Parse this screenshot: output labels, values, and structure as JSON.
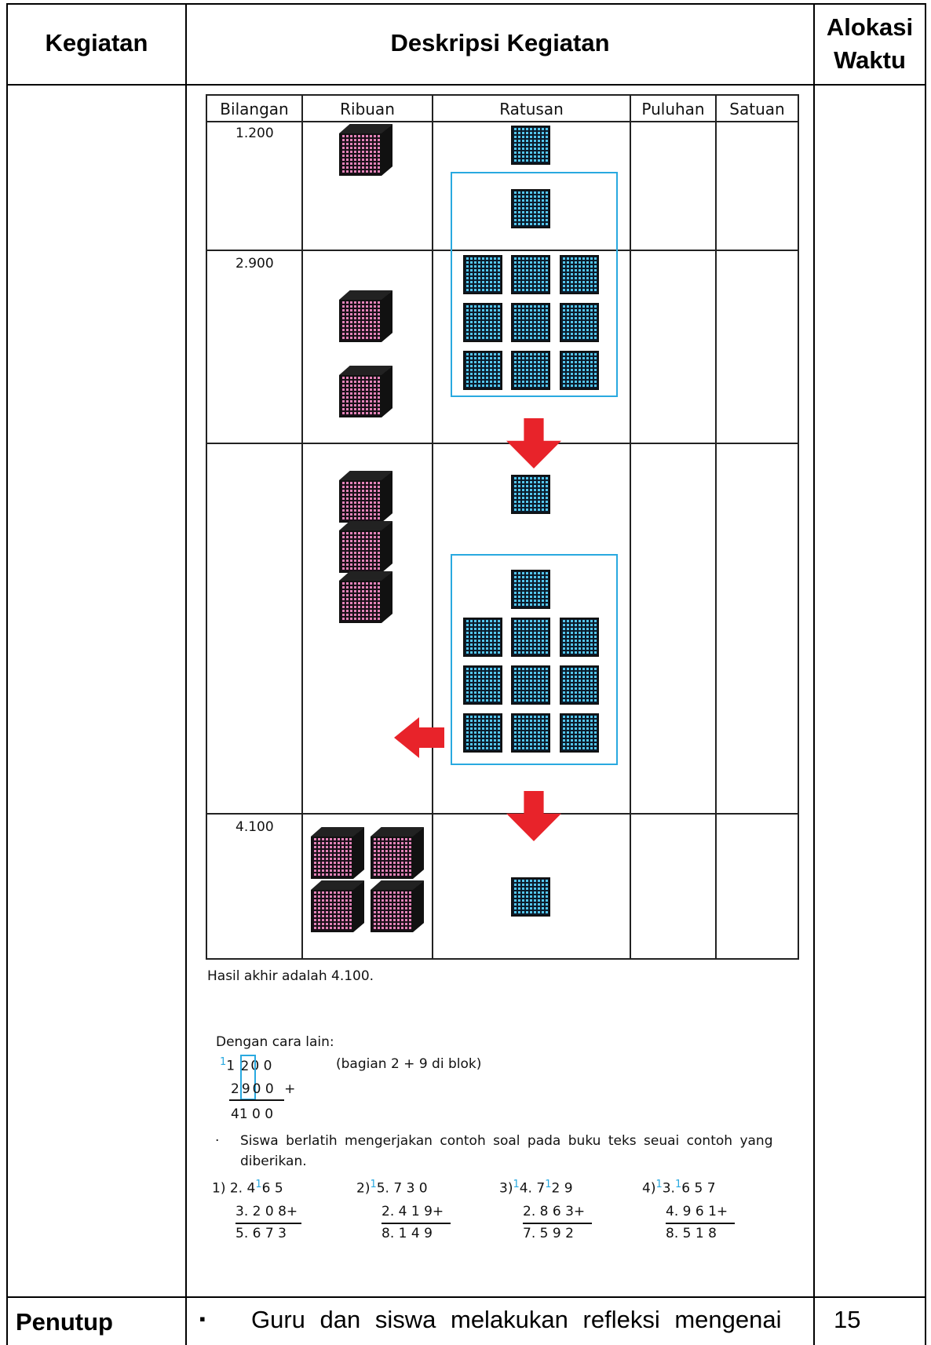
{
  "header": {
    "col1": "Kegiatan",
    "col2": "Deskripsi Kegiatan",
    "col3_line1": "Alokasi",
    "col3_line2": "Waktu"
  },
  "inner_table": {
    "headers": [
      "Bilangan",
      "Ribuan",
      "Ratusan",
      "Puluhan",
      "Satuan"
    ],
    "row_numbers": [
      "1.200",
      "2.900",
      "4.100"
    ]
  },
  "result_text": "Hasil akhir adalah 4.100.",
  "alt_method": {
    "title": "Dengan cara lain:",
    "line1_carry": "1",
    "line1_digit_a": "1",
    "line1_digit_boxed": "2",
    "line1_rest": "0 0",
    "line1_note": "(bagian 2 + 9 di blok)",
    "line2_a": "2",
    "line2_boxed": "9",
    "line2_rest": "0 0",
    "line2_op": "+",
    "line3": "41 0 0"
  },
  "bullet_text_1": "Siswa berlatih mengerjakan contoh soal pada buku teks seuai contoh yang",
  "bullet_text_2": "diberikan.",
  "exercises": [
    {
      "label": "1)",
      "line1_a": "2. 4",
      "carry": "1",
      "line1_b": "6  5",
      "line2": "3. 2  0  8",
      "op": "+",
      "result": "5. 6  7  3"
    },
    {
      "label": "2)",
      "line1_a": "",
      "carry": "1",
      "line1_b": "5.  7  3  0",
      "line2": "2.  4  1  9",
      "op": "+",
      "result": "8.  1  4  9"
    },
    {
      "label": "3)",
      "line1_a": "",
      "carry": "1",
      "line1_b": "4.  7",
      "carry2": "1",
      "line1_c": "2  9",
      "line2": "2.  8  6  3",
      "op": "+",
      "result": "7.  5  9  2"
    },
    {
      "label": "4)",
      "line1_a": "",
      "carry": "1",
      "line1_b": "3.",
      "carry2": "1",
      "line1_c": "6  5  7",
      "line2": "4.  9  6  1",
      "op": "+",
      "result": "8.  5  1  8"
    }
  ],
  "footer_row": {
    "kegiatan": "Penutup",
    "bullet": "▪",
    "deskripsi": "Guru dan siswa melakukan refleksi mengenai",
    "waktu": "15"
  }
}
